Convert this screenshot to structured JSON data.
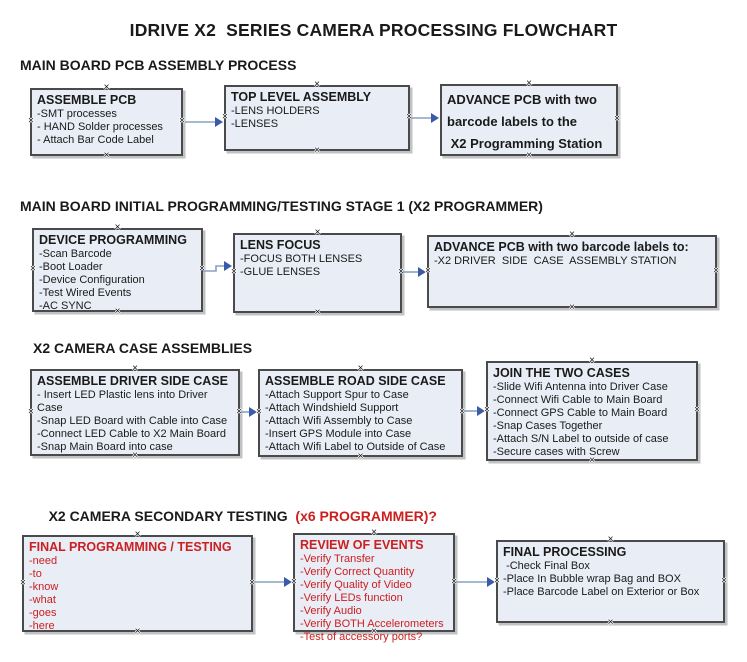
{
  "title": "IDRIVE X2  SERIES CAMERA PROCESSING FLOWCHART",
  "icons": {
    "connection_handle": "×"
  },
  "colors": {
    "box_fill": "#e8edf6",
    "box_border": "#4a4a4a",
    "red_text": "#cc2020",
    "arrow_line": "#8aa0c2",
    "arrow_head": "#3a5ca8"
  },
  "sections": [
    {
      "heading": "MAIN BOARD PCB ASSEMBLY PROCESS",
      "boxes": [
        {
          "title": "ASSEMBLE PCB",
          "body": "-SMT processes\n- HAND Solder processes\n- Attach Bar Code Label"
        },
        {
          "title": "TOP LEVEL ASSEMBLY",
          "body": "-LENS HOLDERS\n-LENSES"
        },
        {
          "title": "ADVANCE PCB with two\nbarcode labels to the\n X2 Programming Station",
          "body": ""
        }
      ]
    },
    {
      "heading": "MAIN BOARD INITIAL PROGRAMMING/TESTING STAGE 1 (X2 PROGRAMMER)",
      "boxes": [
        {
          "title": "DEVICE PROGRAMMING",
          "body": "-Scan Barcode\n-Boot Loader\n-Device Configuration\n-Test Wired Events\n-AC SYNC"
        },
        {
          "title": "LENS FOCUS",
          "body": "-FOCUS BOTH LENSES\n-GLUE LENSES"
        },
        {
          "title": "ADVANCE PCB with two barcode labels to:",
          "body": "-X2 DRIVER  SIDE  CASE  ASSEMBLY STATION"
        }
      ]
    },
    {
      "heading": "X2 CAMERA CASE ASSEMBLIES",
      "boxes": [
        {
          "title": "ASSEMBLE DRIVER SIDE CASE",
          "body": "- Insert LED Plastic lens into Driver Case\n-Snap LED Board with Cable into Case\n-Connect LED Cable to X2 Main Board\n-Snap Main Board into case"
        },
        {
          "title": "ASSEMBLE ROAD SIDE CASE",
          "body": "-Attach Support Spur to Case\n-Attach Windshield Support\n-Attach Wifi Assembly to Case\n-Insert GPS Module into Case\n-Attach Wifi Label to Outside of Case"
        },
        {
          "title": "JOIN THE TWO CASES",
          "body": "-Slide Wifi Antenna into Driver Case\n-Connect Wifi Cable to Main Board\n-Connect GPS Cable to Main Board\n-Snap Cases Together\n-Attach S/N Label to outside of case\n-Secure cases with Screw"
        }
      ]
    },
    {
      "heading": "X2 CAMERA SECONDARY TESTING ",
      "heading_red": " (x6 PROGRAMMER)?",
      "boxes": [
        {
          "title": "FINAL PROGRAMMING / TESTING",
          "body": "-need\n-to\n-know\n-what\n-goes\n-here"
        },
        {
          "title": "REVIEW OF EVENTS",
          "body": "-Verify Transfer\n-Verify Correct Quantity\n-Verify Quality of Video\n-Verify LEDs function\n-Verify Audio\n-Verify BOTH Accelerometers\n-Test of accessory ports?"
        },
        {
          "title": "FINAL PROCESSING",
          "body": " -Check Final Box\n-Place In Bubble wrap Bag and BOX\n-Place Barcode Label on Exterior or Box"
        }
      ]
    }
  ]
}
